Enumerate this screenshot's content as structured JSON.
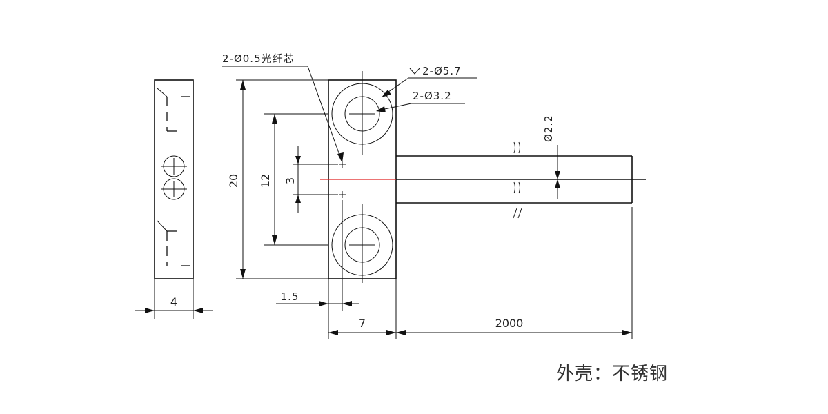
{
  "dimensions": {
    "thickness": "4",
    "height": "20",
    "hole_spacing": "12",
    "core_spacing": "3",
    "core_offset": "1.5",
    "block_width": "7",
    "cable_length": "2000",
    "cable_diameter": "Ø2.2"
  },
  "callouts": {
    "fiber_core": "2-Ø0.5光纤芯",
    "counterbore": "2-Ø5.7",
    "through_hole": "2-Ø3.2"
  },
  "note": "外壳：不锈钢"
}
